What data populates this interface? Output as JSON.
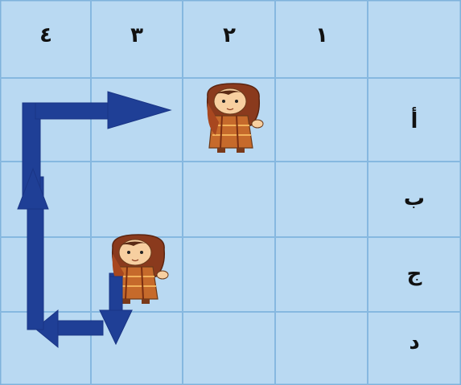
{
  "grid": {
    "column_headers": [
      "٤",
      "٣",
      "٢",
      "١"
    ],
    "row_headers": [
      "أ",
      "ب",
      "ج",
      "د"
    ],
    "background_color": "#b9d9f2",
    "line_color": "#86b8e0"
  },
  "characters": [
    {
      "name": "girl-with-headscarf",
      "row": "أ",
      "column": "٢"
    },
    {
      "name": "girl-with-headscarf",
      "row": "ج",
      "column": "٣"
    }
  ],
  "path": {
    "color": "#1f3f96",
    "description_steps": [
      "down",
      "left",
      "up",
      "right"
    ]
  }
}
